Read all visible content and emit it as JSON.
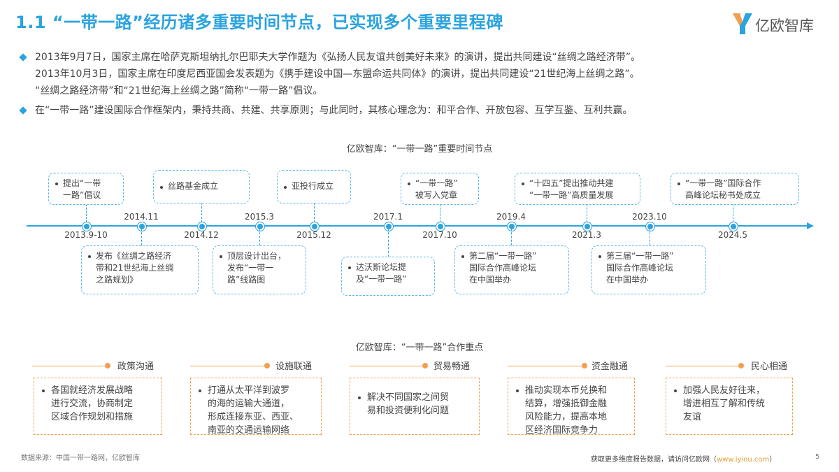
{
  "header": {
    "title": "1.1 “一带一路”经历诸多重要时间节点，已实现多个重要里程碑",
    "logo_text": "亿欧智库"
  },
  "bullets": [
    {
      "lines": [
        "2013年9月7日，国家主席在哈萨克斯坦纳扎尔巴耶夫大学作题为《弘扬人民友谊共创美好未来》的演讲，提出共同建设“丝绸之路经济带”。",
        "2013年10月3日，国家主席在印度尼西亚国会发表题为《携手建设中国—东盟命运共同体》的演讲，提出共同建设“21世纪海上丝绸之路”。",
        "“丝绸之路经济带”和“21世纪海上丝绸之路”简称“一带一路”倡议。"
      ]
    },
    {
      "lines": [
        "在“一带一路”建设国际合作框架内，秉持共商、共建、共享原则；与此同时，其核心理念为：和平合作、开放包容、互学互鉴、互利共赢。"
      ]
    }
  ],
  "timeline": {
    "title": "亿欧智库：“一带一路”重要时间节点",
    "dates": [
      "2013.9-10",
      "2014.11",
      "2014.12",
      "2015.3",
      "2015.12",
      "2017.1",
      "2017.10",
      "2019.4",
      "2021.3",
      "2023.10",
      "2024.5"
    ],
    "events_top": [
      "提出“一带\n一路”倡议",
      "丝路基金成立",
      "亚投行成立",
      "“一带一路”\n被写入党章",
      "“十四五”提出推动共建\n“一带一路”高质量发展",
      "“一带一路”国际合作\n高峰论坛秘书处成立"
    ],
    "events_bottom": [
      "发布《丝绸之路经济\n带和21世纪海上丝绸\n之路规划》",
      "顶层设计出台，\n发布“一带一\n路”线路图",
      "达沃斯论坛提\n及“一带一路”",
      "第二届“一带一路”\n国际合作高峰论坛\n在中国举办",
      "第三届“一带一路”\n国际合作高峰论坛\n在中国举办"
    ]
  },
  "cooperation": {
    "title": "亿欧智库：“一带一路”合作重点",
    "items": [
      {
        "label": "政策沟通",
        "text": "各国就经济发展战略\n进行交流，协商制定\n区域合作规划和措施"
      },
      {
        "label": "设施联通",
        "text": "打通从太平洋到波罗\n的海的运输大通道，\n形成连接东亚、西亚、\n南亚的交通运输网络"
      },
      {
        "label": "贸易畅通",
        "text": "解决不同国家之间贸\n易和投资便利化问题"
      },
      {
        "label": "资金融通",
        "text": "推动实现本币兑换和\n结算，增强抵御金融\n风险能力，提高本地\n区经济国际竞争力"
      },
      {
        "label": "民心相通",
        "text": "加强人民友好往来，\n增进相互了解和传统\n友谊"
      }
    ]
  },
  "footer": {
    "source": "数据来源：中国一带一路网，亿欧智库",
    "cta_prefix": "获取更多维度报告数据，请访问亿欧网（",
    "cta_link": "www.iyiou.com",
    "cta_suffix": "）",
    "page": "5"
  },
  "colors": {
    "accent_blue": "#2aa3df",
    "accent_orange": "#f0a050"
  },
  "icons": {
    "logo": "yiou-logo-icon",
    "bullet": "diamond-bullet-icon"
  }
}
